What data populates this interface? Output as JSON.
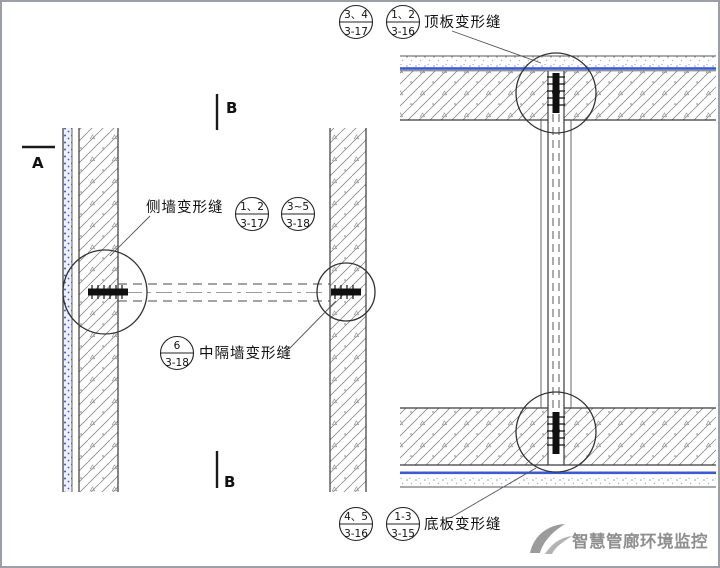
{
  "colors": {
    "line": "#3a3a3a",
    "hatch": "#8a8a8a",
    "waterproof_blue": "#3d5bd0",
    "joint_black": "#101010",
    "watermark_gray": "#8f8f8f",
    "frame_border": "#9aa0a6"
  },
  "plan_detail": {
    "section_a": "A",
    "section_b_top": "B",
    "section_b_bottom": "B",
    "side_wall_joint_label": "侧墙变形缝",
    "mid_wall_joint_label": "中隔墙变形缝",
    "ref_side_1": {
      "detail": "1、2",
      "sheet": "3-17"
    },
    "ref_side_2": {
      "detail": "3~5",
      "sheet": "3-18"
    },
    "ref_mid": {
      "detail": "6",
      "sheet": "3-18"
    }
  },
  "section_detail": {
    "top_slab_joint_label": "顶板变形缝",
    "bottom_slab_joint_label": "底板变形缝",
    "ref_top_1": {
      "detail": "3、4",
      "sheet": "3-17"
    },
    "ref_top_2": {
      "detail": "1、2",
      "sheet": "3-16"
    },
    "ref_bottom_1": {
      "detail": "4、5",
      "sheet": "3-16"
    },
    "ref_bottom_2": {
      "detail": "1-3",
      "sheet": "3-15"
    }
  },
  "watermark": {
    "text": "智慧管廊环境监控"
  }
}
